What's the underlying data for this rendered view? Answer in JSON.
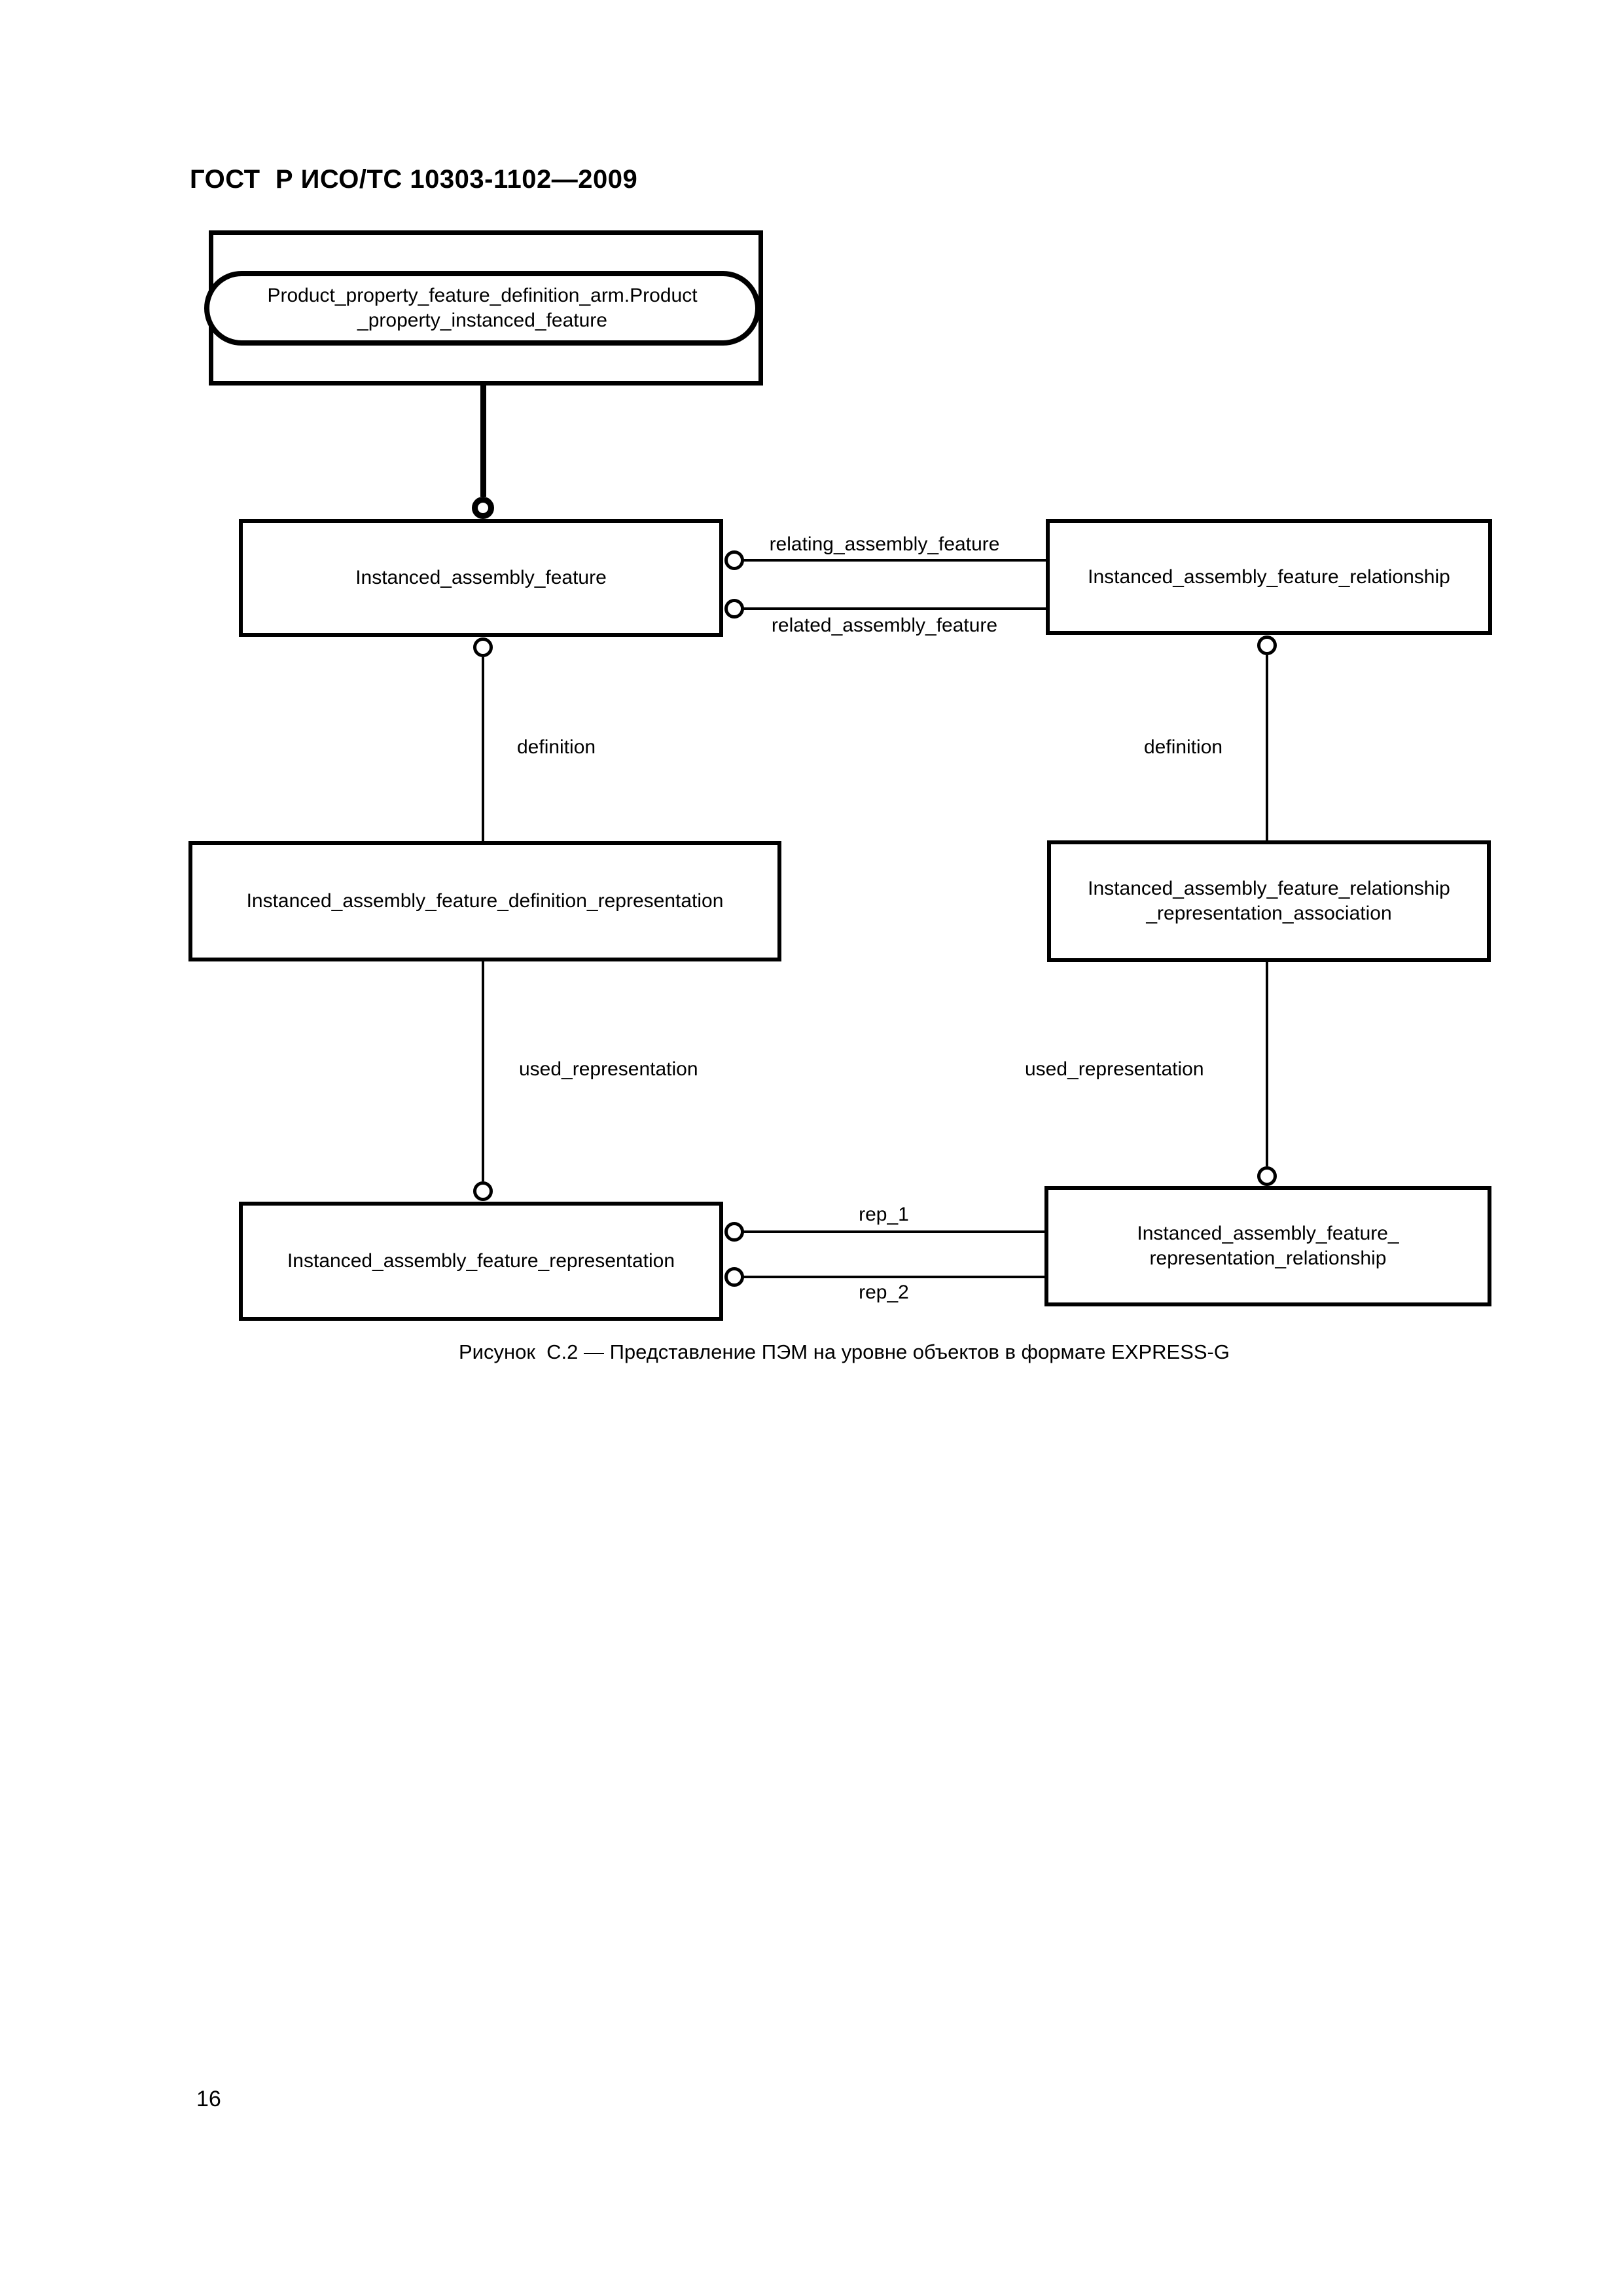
{
  "page": {
    "header": "ГОСТ  Р ИСО/ТС 10303-1102—2009",
    "caption": "Рисунок  С.2 — Представление ПЭМ на уровне объектов в формате EXPRESS-G",
    "page_number": "16"
  },
  "colors": {
    "ink": "#000000",
    "paper": "#ffffff"
  },
  "diagram": {
    "notation": "EXPRESS-G",
    "external_reference": {
      "line1": "Product_property_feature_definition_arm.Product",
      "line2": "_property_instanced_feature"
    },
    "entities": {
      "instanced_assembly_feature": "Instanced_assembly_feature",
      "instanced_assembly_feature_relationship": "Instanced_assembly_feature_relationship",
      "instanced_assembly_feature_definition_representation": "Instanced_assembly_feature_definition_representation",
      "iafr_representation_association_line1": "Instanced_assembly_feature_relationship",
      "iafr_representation_association_line2": "_representation_association",
      "instanced_assembly_feature_representation": "Instanced_assembly_feature_representation",
      "iaf_representation_relationship_line1": "Instanced_assembly_feature_",
      "iaf_representation_relationship_line2": "representation_relationship"
    },
    "attributes": {
      "relating_assembly_feature": "relating_assembly_feature",
      "related_assembly_feature": "related_assembly_feature",
      "definition_left": "definition",
      "definition_right": "definition",
      "used_representation_left": "used_representation",
      "used_representation_right": "used_representation",
      "rep_1": "rep_1",
      "rep_2": "rep_2"
    }
  }
}
